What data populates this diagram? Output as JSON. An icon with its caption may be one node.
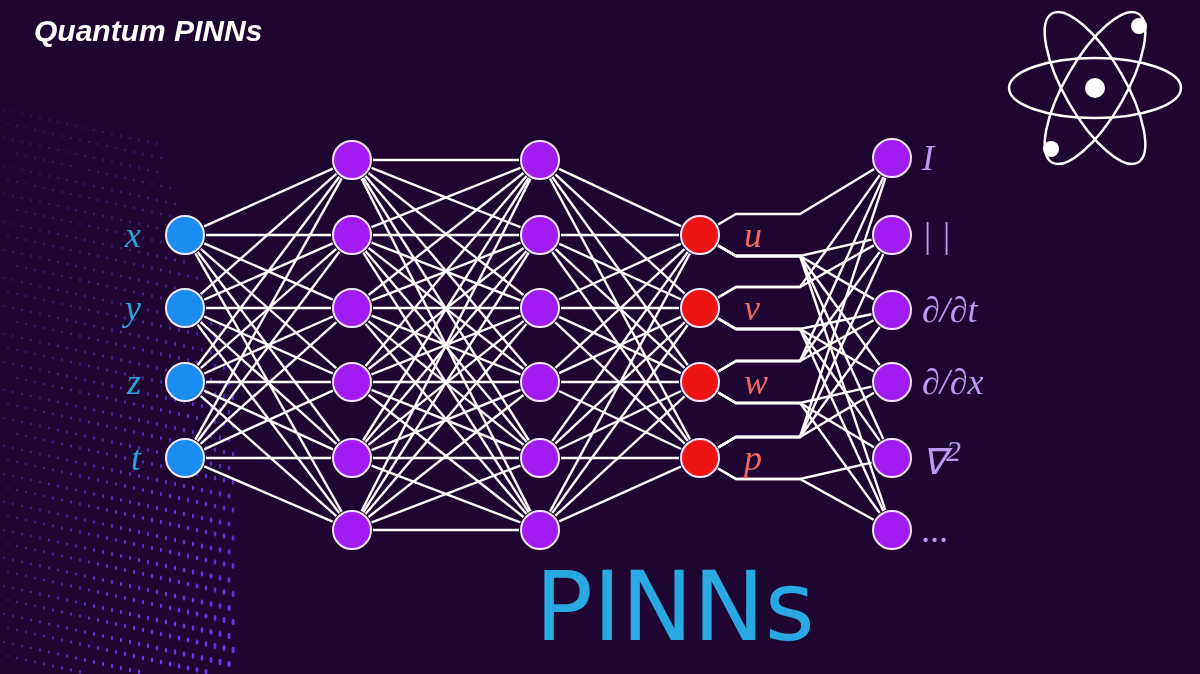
{
  "diagram": {
    "title": "Quantum PINNs",
    "nodes": [
      {
        "text": [],
        "shape": "circle",
        "beside": [
          "x"
        ]
      },
      {
        "text": [],
        "shape": "circle",
        "beside": [
          "y"
        ]
      },
      {
        "text": [],
        "shape": "circle",
        "beside": [
          "z"
        ]
      },
      {
        "text": [],
        "shape": "circle",
        "beside": [
          "t"
        ]
      },
      {
        "text": [],
        "shape": "circle"
      },
      {
        "text": [],
        "shape": "circle"
      },
      {
        "text": [],
        "shape": "circle"
      },
      {
        "text": [],
        "shape": "circle"
      },
      {
        "text": [],
        "shape": "circle"
      },
      {
        "text": [],
        "shape": "circle"
      },
      {
        "text": [],
        "shape": "circle"
      },
      {
        "text": [],
        "shape": "circle"
      },
      {
        "text": [],
        "shape": "circle"
      },
      {
        "text": [],
        "shape": "circle"
      },
      {
        "text": [],
        "shape": "circle"
      },
      {
        "text": [],
        "shape": "circle"
      },
      {
        "text": [],
        "shape": "circle",
        "beside": [
          "u"
        ]
      },
      {
        "text": [],
        "shape": "circle",
        "beside": [
          "v"
        ]
      },
      {
        "text": [],
        "shape": "circle",
        "beside": [
          "w"
        ]
      },
      {
        "text": [],
        "shape": "circle",
        "beside": [
          "p"
        ]
      },
      {
        "text": [],
        "shape": "circle",
        "beside": [
          "I"
        ]
      },
      {
        "text": [],
        "shape": "circle",
        "beside": [
          "| |"
        ]
      },
      {
        "text": [],
        "shape": "circle",
        "beside": [
          "∂/∂t"
        ]
      },
      {
        "text": [],
        "shape": "circle",
        "beside": [
          "∂/∂x"
        ]
      },
      {
        "text": [],
        "shape": "circle",
        "beside": [
          "∇$^{2}$"
        ]
      },
      {
        "text": [],
        "shape": "circle",
        "beside": [
          "..."
        ]
      }
    ],
    "edges": [
      {
        "from": 0,
        "to": 4,
        "arrow": "none"
      },
      {
        "from": 0,
        "to": 5,
        "arrow": "none"
      },
      {
        "from": 0,
        "to": 6,
        "arrow": "none"
      },
      {
        "from": 0,
        "to": 7,
        "arrow": "none"
      },
      {
        "from": 0,
        "to": 8,
        "arrow": "none"
      },
      {
        "from": 0,
        "to": 9,
        "arrow": "none"
      },
      {
        "from": 1,
        "to": 4,
        "arrow": "none"
      },
      {
        "from": 1,
        "to": 5,
        "arrow": "none"
      },
      {
        "from": 1,
        "to": 6,
        "arrow": "none"
      },
      {
        "from": 1,
        "to": 7,
        "arrow": "none"
      },
      {
        "from": 1,
        "to": 8,
        "arrow": "none"
      },
      {
        "from": 1,
        "to": 9,
        "arrow": "none"
      },
      {
        "from": 2,
        "to": 4,
        "arrow": "none"
      },
      {
        "from": 2,
        "to": 5,
        "arrow": "none"
      },
      {
        "from": 2,
        "to": 6,
        "arrow": "none"
      },
      {
        "from": 2,
        "to": 7,
        "arrow": "none"
      },
      {
        "from": 2,
        "to": 8,
        "arrow": "none"
      },
      {
        "from": 2,
        "to": 9,
        "arrow": "none"
      },
      {
        "from": 3,
        "to": 4,
        "arrow": "none"
      },
      {
        "from": 3,
        "to": 5,
        "arrow": "none"
      },
      {
        "from": 3,
        "to": 6,
        "arrow": "none"
      },
      {
        "from": 3,
        "to": 7,
        "arrow": "none"
      },
      {
        "from": 3,
        "to": 8,
        "arrow": "none"
      },
      {
        "from": 3,
        "to": 9,
        "arrow": "none"
      },
      {
        "from": 4,
        "to": 10,
        "arrow": "none"
      },
      {
        "from": 4,
        "to": 11,
        "arrow": "none"
      },
      {
        "from": 4,
        "to": 12,
        "arrow": "none"
      },
      {
        "from": 4,
        "to": 13,
        "arrow": "none"
      },
      {
        "from": 4,
        "to": 14,
        "arrow": "none"
      },
      {
        "from": 4,
        "to": 15,
        "arrow": "none"
      },
      {
        "from": 5,
        "to": 10,
        "arrow": "none"
      },
      {
        "from": 5,
        "to": 11,
        "arrow": "none"
      },
      {
        "from": 5,
        "to": 12,
        "arrow": "none"
      },
      {
        "from": 5,
        "to": 13,
        "arrow": "none"
      },
      {
        "from": 5,
        "to": 14,
        "arrow": "none"
      },
      {
        "from": 5,
        "to": 15,
        "arrow": "none"
      },
      {
        "from": 6,
        "to": 10,
        "arrow": "none"
      },
      {
        "from": 6,
        "to": 11,
        "arrow": "none"
      },
      {
        "from": 6,
        "to": 12,
        "arrow": "none"
      },
      {
        "from": 6,
        "to": 13,
        "arrow": "none"
      },
      {
        "from": 6,
        "to": 14,
        "arrow": "none"
      },
      {
        "from": 6,
        "to": 15,
        "arrow": "none"
      },
      {
        "from": 7,
        "to": 10,
        "arrow": "none"
      },
      {
        "from": 7,
        "to": 11,
        "arrow": "none"
      },
      {
        "from": 7,
        "to": 12,
        "arrow": "none"
      },
      {
        "from": 7,
        "to": 13,
        "arrow": "none"
      },
      {
        "from": 7,
        "to": 14,
        "arrow": "none"
      },
      {
        "from": 7,
        "to": 15,
        "arrow": "none"
      },
      {
        "from": 8,
        "to": 10,
        "arrow": "none"
      },
      {
        "from": 8,
        "to": 11,
        "arrow": "none"
      },
      {
        "from": 8,
        "to": 12,
        "arrow": "none"
      },
      {
        "from": 8,
        "to": 13,
        "arrow": "none"
      },
      {
        "from": 8,
        "to": 14,
        "arrow": "none"
      },
      {
        "from": 8,
        "to": 15,
        "arrow": "none"
      },
      {
        "from": 9,
        "to": 10,
        "arrow": "none"
      },
      {
        "from": 9,
        "to": 11,
        "arrow": "none"
      },
      {
        "from": 9,
        "to": 12,
        "arrow": "none"
      },
      {
        "from": 9,
        "to": 13,
        "arrow": "none"
      },
      {
        "from": 9,
        "to": 14,
        "arrow": "none"
      },
      {
        "from": 9,
        "to": 15,
        "arrow": "none"
      },
      {
        "from": 10,
        "to": 16,
        "arrow": "none"
      },
      {
        "from": 10,
        "to": 17,
        "arrow": "none"
      },
      {
        "from": 10,
        "to": 18,
        "arrow": "none"
      },
      {
        "from": 10,
        "to": 19,
        "arrow": "none"
      },
      {
        "from": 11,
        "to": 16,
        "arrow": "none"
      },
      {
        "from": 11,
        "to": 17,
        "arrow": "none"
      },
      {
        "from": 11,
        "to": 18,
        "arrow": "none"
      },
      {
        "from": 11,
        "to": 19,
        "arrow": "none"
      },
      {
        "from": 12,
        "to": 16,
        "arrow": "none"
      },
      {
        "from": 12,
        "to": 17,
        "arrow": "none"
      },
      {
        "from": 12,
        "to": 18,
        "arrow": "none"
      },
      {
        "from": 12,
        "to": 19,
        "arrow": "none"
      },
      {
        "from": 13,
        "to": 16,
        "arrow": "none"
      },
      {
        "from": 13,
        "to": 17,
        "arrow": "none"
      },
      {
        "from": 13,
        "to": 18,
        "arrow": "none"
      },
      {
        "from": 13,
        "to": 19,
        "arrow": "none"
      },
      {
        "from": 14,
        "to": 16,
        "arrow": "none"
      },
      {
        "from": 14,
        "to": 17,
        "arrow": "none"
      },
      {
        "from": 14,
        "to": 18,
        "arrow": "none"
      },
      {
        "from": 14,
        "to": 19,
        "arrow": "none"
      },
      {
        "from": 15,
        "to": 16,
        "arrow": "none"
      },
      {
        "from": 15,
        "to": 17,
        "arrow": "none"
      },
      {
        "from": 15,
        "to": 18,
        "arrow": "none"
      },
      {
        "from": 15,
        "to": 19,
        "arrow": "none"
      },
      {
        "from": 16,
        "to": 20,
        "arrow": "none"
      },
      {
        "from": 16,
        "to": 21,
        "arrow": "none"
      },
      {
        "from": 16,
        "to": 22,
        "arrow": "none"
      },
      {
        "from": 16,
        "to": 23,
        "arrow": "none"
      },
      {
        "from": 16,
        "to": 24,
        "arrow": "none"
      },
      {
        "from": 16,
        "to": 25,
        "arrow": "none"
      },
      {
        "from": 17,
        "to": 20,
        "arrow": "none"
      },
      {
        "from": 17,
        "to": 21,
        "arrow": "none"
      },
      {
        "from": 17,
        "to": 22,
        "arrow": "none"
      },
      {
        "from": 17,
        "to": 23,
        "arrow": "none"
      },
      {
        "from": 17,
        "to": 24,
        "arrow": "none"
      },
      {
        "from": 17,
        "to": 25,
        "arrow": "none"
      },
      {
        "from": 18,
        "to": 20,
        "arrow": "none"
      },
      {
        "from": 18,
        "to": 21,
        "arrow": "none"
      },
      {
        "from": 18,
        "to": 22,
        "arrow": "none"
      },
      {
        "from": 18,
        "to": 23,
        "arrow": "none"
      },
      {
        "from": 18,
        "to": 24,
        "arrow": "none"
      },
      {
        "from": 18,
        "to": 25,
        "arrow": "none"
      },
      {
        "from": 19,
        "to": 20,
        "arrow": "none"
      },
      {
        "from": 19,
        "to": 21,
        "arrow": "none"
      },
      {
        "from": 19,
        "to": 22,
        "arrow": "none"
      },
      {
        "from": 19,
        "to": 23,
        "arrow": "none"
      },
      {
        "from": 19,
        "to": 24,
        "arrow": "none"
      },
      {
        "from": 19,
        "to": 25,
        "arrow": "none"
      }
    ],
    "labels": [
      "PINNs"
    ]
  }
}
